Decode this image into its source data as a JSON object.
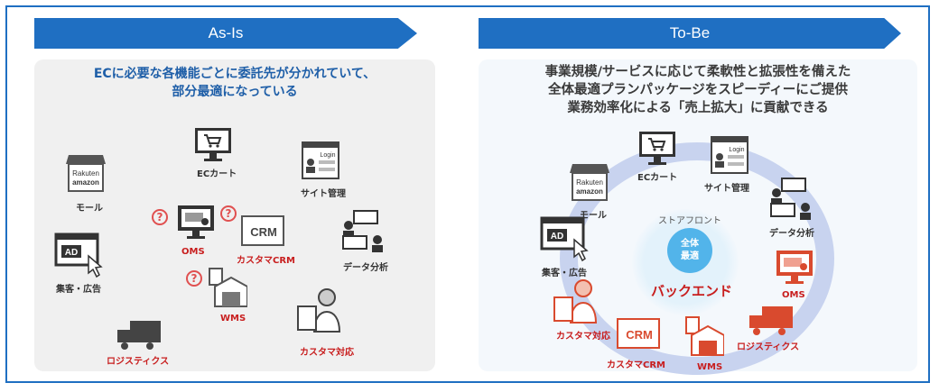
{
  "asis": {
    "title": "As-Is",
    "headline_line1": "ECに必要な各機能ごとに委託先が分かれていて、",
    "headline_line2": "部分最適になっている",
    "labels": {
      "ec_cart": "ECカート",
      "mall": "モール",
      "site_mgmt": "サイト管理",
      "oms": "OMS",
      "crm": "カスタマCRM",
      "data_analysis": "データ分析",
      "ads": "集客・広告",
      "wms": "WMS",
      "logistics": "ロジスティクス",
      "customer_support": "カスタマ対応"
    },
    "mall_text": {
      "line1": "Rakuten",
      "line2": "amazon"
    },
    "login_text": "Login",
    "ad_text": "AD",
    "crm_text": "CRM",
    "question_mark": "?"
  },
  "tobe": {
    "title": "To-Be",
    "headline_line1": "事業規模/サービスに応じて柔軟性と拡張性を備えた",
    "headline_line2": "全体最適プランパッケージをスピーディーにご提供",
    "headline_line3": "業務効率化による「売上拡大」に貢献できる",
    "storefront": "ストアフロント",
    "core_line1": "全体",
    "core_line2": "最適",
    "backend": "バックエンド",
    "labels": {
      "ec_cart": "ECカート",
      "mall": "モール",
      "site_mgmt": "サイト管理",
      "data_analysis": "データ分析",
      "ads": "集客・広告",
      "oms": "OMS",
      "logistics": "ロジスティクス",
      "wms": "WMS",
      "crm": "カスタマCRM",
      "customer_support": "カスタマ対応"
    },
    "mall_text": {
      "line1": "Rakuten",
      "line2": "amazon"
    },
    "login_text": "Login",
    "ad_text": "AD",
    "crm_text": "CRM"
  },
  "colors": {
    "banner": "#1f6fc2",
    "accent_red": "#c81e1e",
    "core_blue": "#52b4ea",
    "ring": "#c8d3ef"
  }
}
